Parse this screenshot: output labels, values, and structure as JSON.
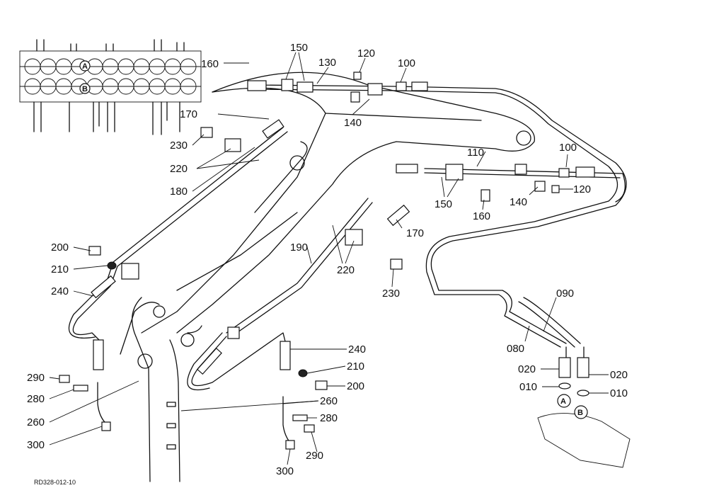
{
  "drawing_code": "RD328-012-10",
  "callouts": {
    "c160a": "160",
    "c150a": "150",
    "c130": "130",
    "c120a": "120",
    "c100a": "100",
    "c170a": "170",
    "c140a": "140",
    "c230a": "230",
    "c220a": "220",
    "c180": "180",
    "c110": "110",
    "c100b": "100",
    "c120b": "120",
    "c140b": "140",
    "c150b": "150",
    "c160b": "160",
    "c170b": "170",
    "c200a": "200",
    "c210a": "210",
    "c240a": "240",
    "c190": "190",
    "c220b": "220",
    "c230b": "230",
    "c090": "090",
    "c080": "080",
    "c020a": "020",
    "c020b": "020",
    "c010a": "010",
    "c010b": "010",
    "c240b": "240",
    "c210b": "210",
    "c200b": "200",
    "c290a": "290",
    "c280a": "280",
    "c260a": "260",
    "c300a": "300",
    "c260b": "260",
    "c280b": "280",
    "c290b": "290",
    "c300b": "300"
  },
  "port_labels": {
    "a": "A",
    "b": "B"
  }
}
